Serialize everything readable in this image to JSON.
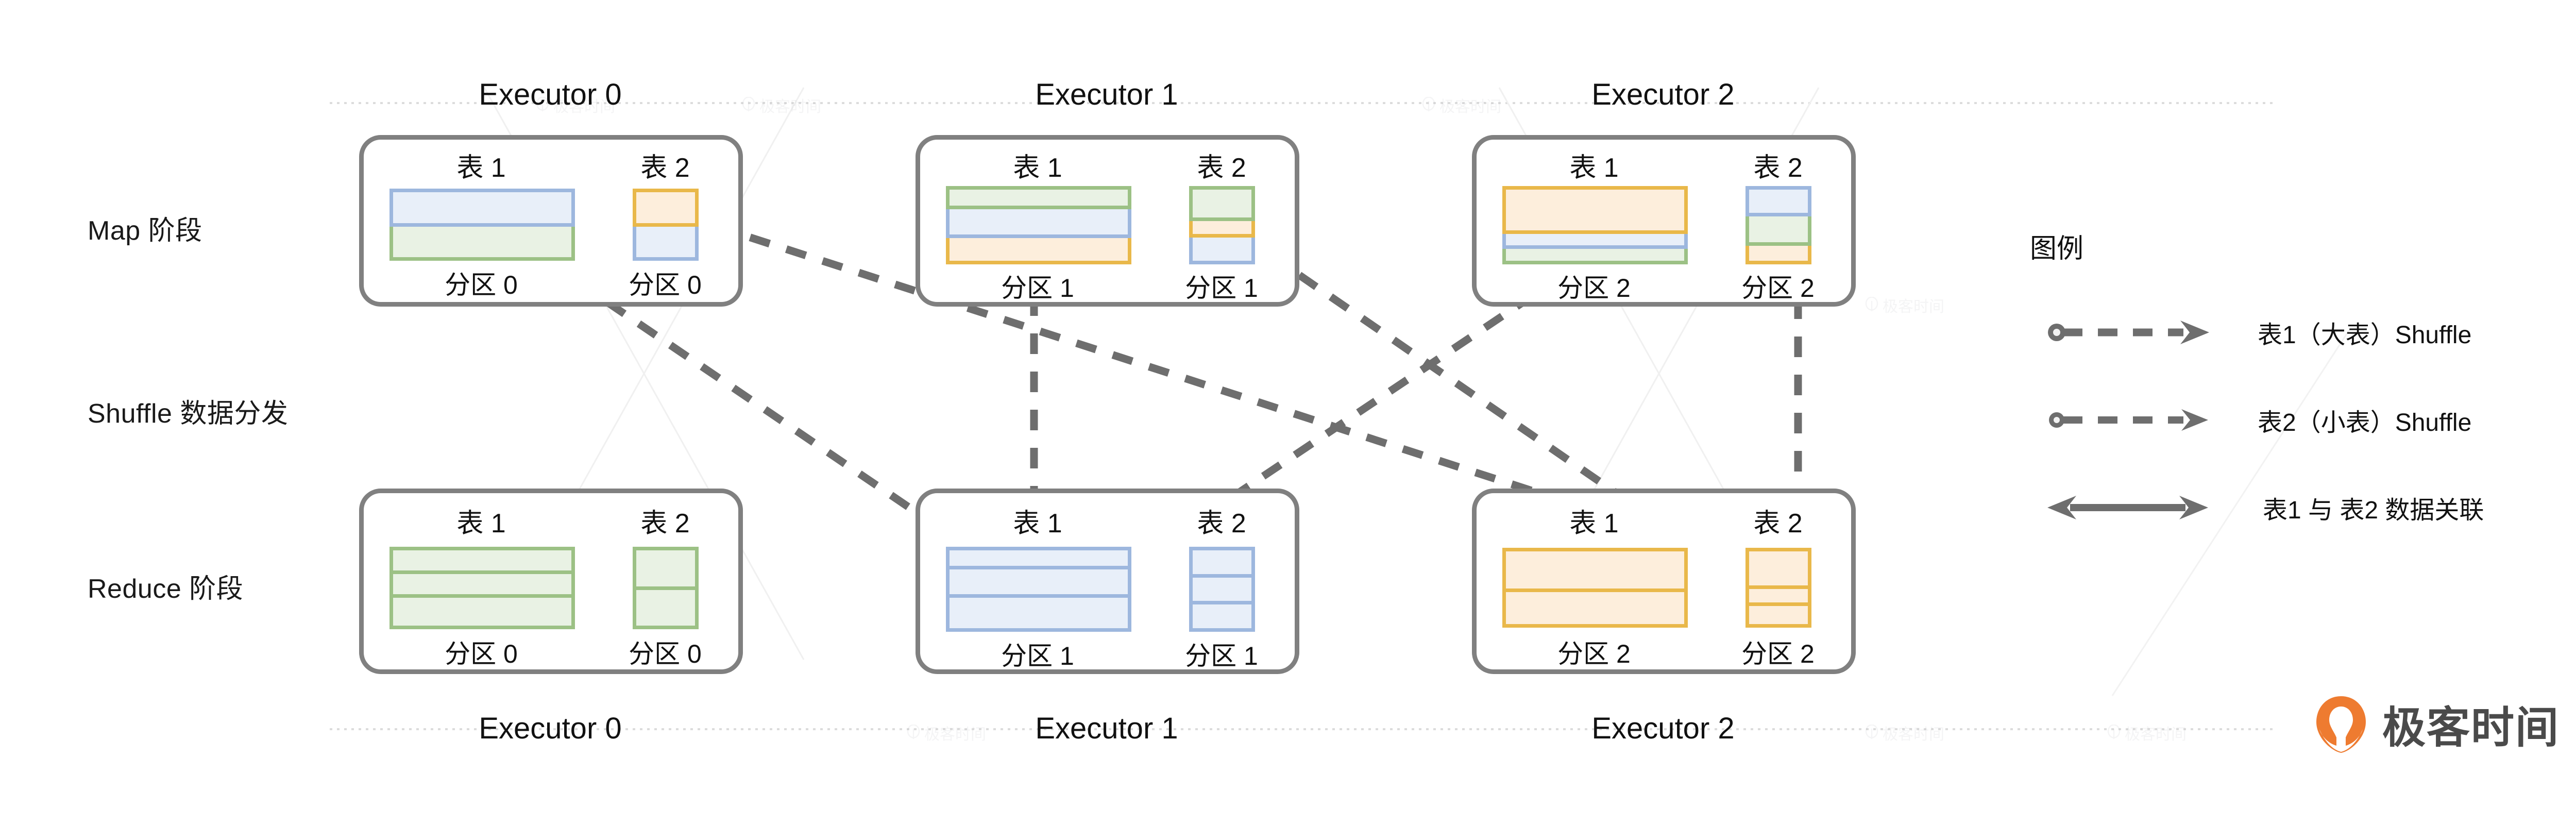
{
  "diagram": {
    "title_row_labels": [
      "Map 阶段",
      "Shuffle 数据分发",
      "Reduce 阶段"
    ],
    "table1_label": "表 1",
    "table2_label": "表 2",
    "colors": {
      "blue_fill": "#e8eff9",
      "blue_stroke": "#9db7de",
      "green_fill": "#e9f2e4",
      "green_stroke": "#9cc185",
      "orange_fill": "#fdeedc",
      "orange_stroke": "#e9b84a",
      "card_stroke": "#808080",
      "arrow": "#6e6e6e",
      "brand_orange": "#ee7b30",
      "logo_gray": "#4a4a4a"
    }
  },
  "rows": {
    "map": {
      "label": "Map 阶段"
    },
    "shuffle": {
      "label": "Shuffle 数据分发"
    },
    "reduce": {
      "label": "Reduce 阶段"
    }
  },
  "map_stage": {
    "executors": [
      {
        "title": "Executor 0",
        "table1": {
          "name": "表 1",
          "partition": "分区 0",
          "bands": [
            "blue",
            "green"
          ],
          "weights": [
            1,
            1
          ]
        },
        "table2": {
          "name": "表 2",
          "partition": "分区 0",
          "bands": [
            "orange",
            "blue"
          ],
          "weights": [
            1,
            1
          ]
        }
      },
      {
        "title": "Executor 1",
        "table1": {
          "name": "表 1",
          "partition": "分区 1",
          "bands": [
            "green",
            "blue",
            "orange"
          ],
          "weights": [
            0.7,
            1.1,
            1.0
          ]
        },
        "table2": {
          "name": "表 2",
          "partition": "分区 1",
          "bands": [
            "green",
            "orange",
            "blue"
          ],
          "weights": [
            1.3,
            0.6,
            1.1
          ]
        }
      },
      {
        "title": "Executor 2",
        "table1": {
          "name": "表 1",
          "partition": "分区 2",
          "bands": [
            "orange",
            "blue",
            "green"
          ],
          "weights": [
            2.6,
            0.7,
            0.7
          ]
        },
        "table2": {
          "name": "表 2",
          "partition": "分区 2",
          "bands": [
            "blue",
            "green",
            "orange"
          ],
          "weights": [
            1.1,
            1.2,
            0.7
          ]
        }
      }
    ]
  },
  "reduce_stage": {
    "executors": [
      {
        "title": "Executor 0",
        "table1": {
          "name": "表 1",
          "partition": "分区 0",
          "bands": [
            "green",
            "green",
            "green"
          ],
          "weights": [
            1,
            1,
            1.4
          ]
        },
        "table2": {
          "name": "表 2",
          "partition": "分区 0",
          "bands": [
            "green",
            "green"
          ],
          "weights": [
            1,
            1
          ]
        }
      },
      {
        "title": "Executor 1",
        "table1": {
          "name": "表 1",
          "partition": "分区 1",
          "bands": [
            "blue",
            "blue",
            "blue"
          ],
          "weights": [
            0.8,
            1.3,
            1.6
          ]
        },
        "table2": {
          "name": "表 2",
          "partition": "分区 1",
          "bands": [
            "blue",
            "blue",
            "blue"
          ],
          "weights": [
            1,
            1,
            1
          ]
        }
      },
      {
        "title": "Executor 2",
        "table1": {
          "name": "表 1",
          "partition": "分区 2",
          "bands": [
            "orange",
            "orange"
          ],
          "weights": [
            1.4,
            1.2
          ]
        },
        "table2": {
          "name": "表 2",
          "partition": "分区 2",
          "bands": [
            "orange",
            "orange",
            "orange"
          ],
          "weights": [
            1.5,
            0.6,
            0.8
          ]
        }
      }
    ]
  },
  "legend": {
    "title": "图例",
    "items": [
      {
        "label": "表1（大表）Shuffle",
        "style": "dashed-arrow-with-dot"
      },
      {
        "label": "表2（小表）Shuffle",
        "style": "dashed-arrow-with-dot"
      },
      {
        "label": "表1 与 表2 数据关联",
        "style": "double-headed-solid-arrow"
      }
    ]
  },
  "branding": {
    "logo_text": "极客时间",
    "watermark_text": "极客时间"
  }
}
